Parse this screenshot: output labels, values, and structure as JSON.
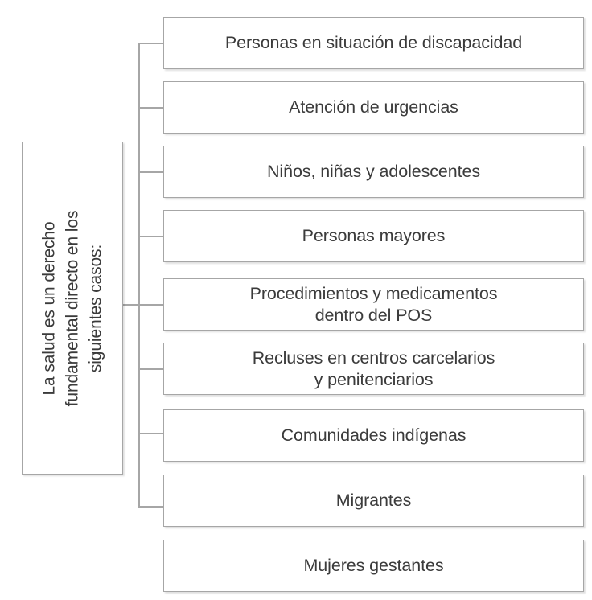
{
  "diagram": {
    "title": "La salud es un derecho fundamental directo",
    "type": "tree-bracket",
    "root": {
      "text_lines": [
        "La salud es un derecho",
        "fundamental directo en los",
        "siguientes casos:"
      ],
      "full_text": "La salud es un derecho fundamental directo en los siguientes casos:",
      "orientation": "vertical-rotated-90-ccw"
    },
    "leaves": [
      {
        "label": "Personas en situación de discapacidad",
        "connected": true
      },
      {
        "label": "Atención de urgencias",
        "connected": true
      },
      {
        "label": "Niños, niñas y adolescentes",
        "connected": true
      },
      {
        "label": "Personas mayores",
        "connected": true
      },
      {
        "label": "Procedimientos y medicamentos\ndentro del POS",
        "connected": true
      },
      {
        "label": "Recluses en centros carcelarios\ny penitenciarios",
        "connected": true
      },
      {
        "label": "Comunidades indígenas",
        "connected": true
      },
      {
        "label": "Migrantes",
        "connected": true
      },
      {
        "label": "Mujeres gestantes",
        "connected": false
      }
    ],
    "colors": {
      "border": "#a6a6a6",
      "text": "#3b3b3b",
      "background": "#ffffff",
      "connector": "#a6a6a6"
    }
  }
}
